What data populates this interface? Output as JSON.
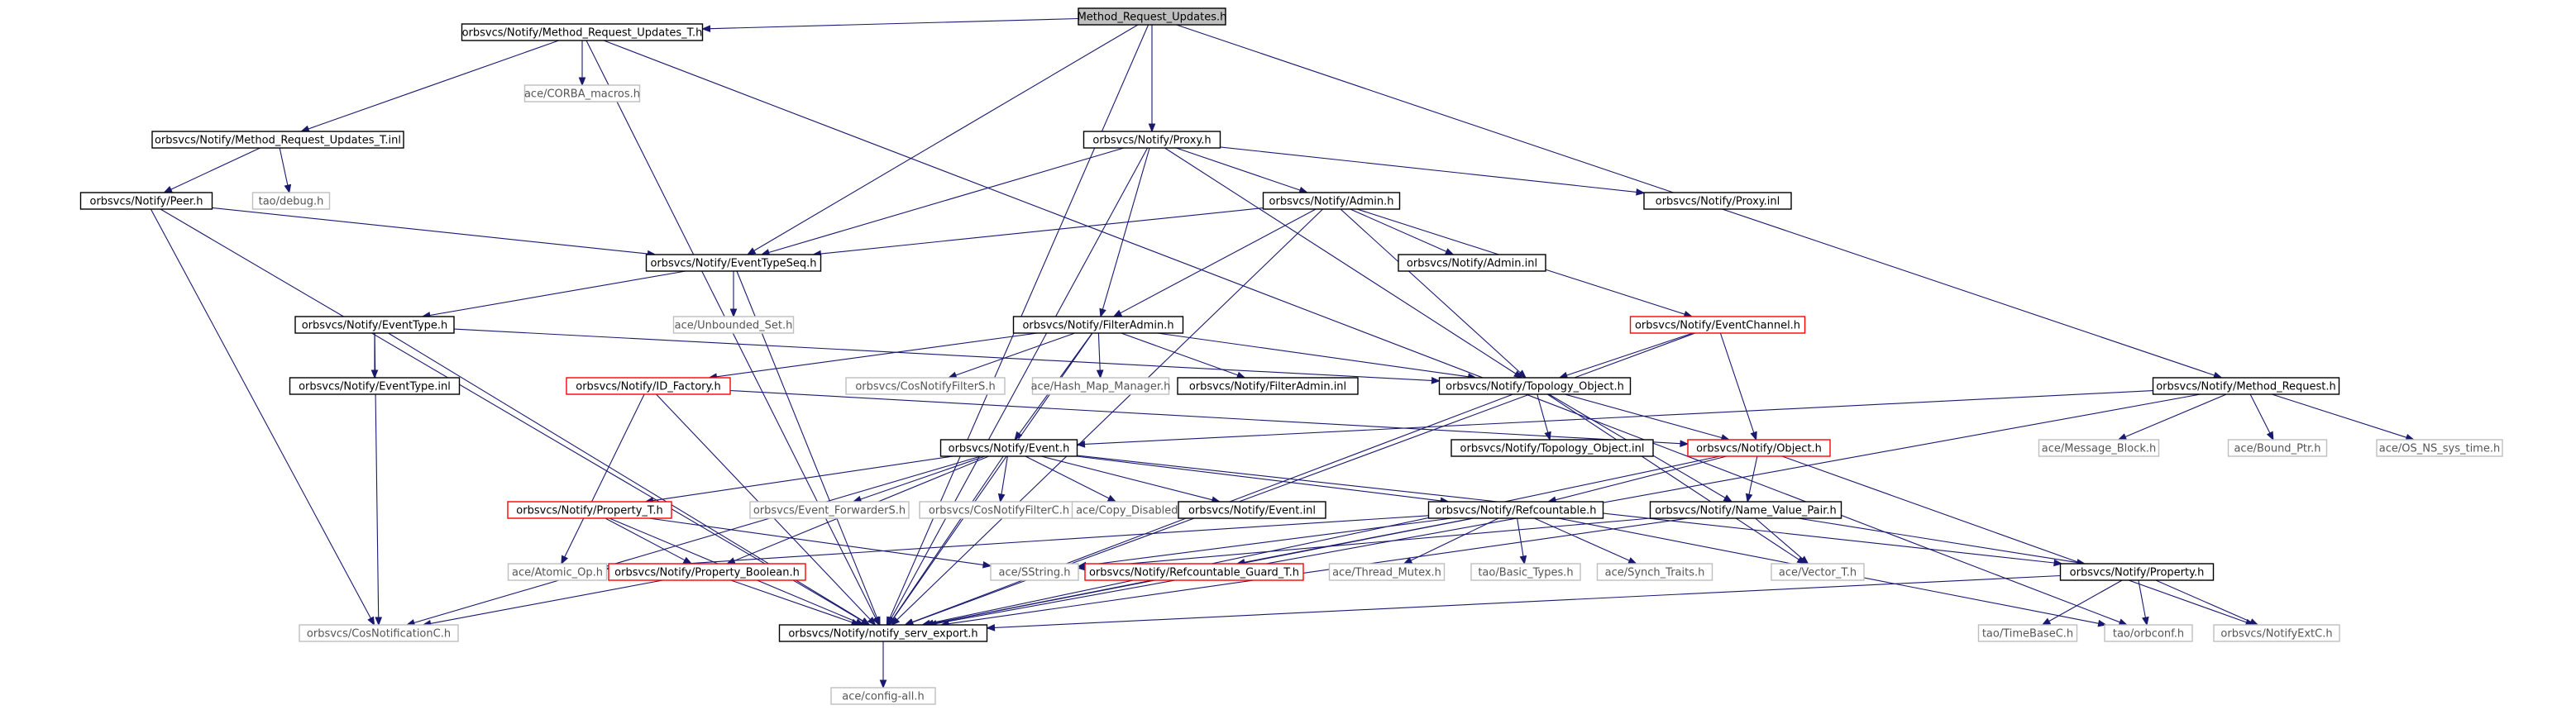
{
  "graph": {
    "colors": {
      "edge": "#191970",
      "root_fill": "#bfbfbf",
      "fill": "#ffffff",
      "normal_border": "#000000",
      "truncated_border": "#ff0000",
      "external_border": "#bfbfbf",
      "external_text": "#555555"
    },
    "nodes": [
      {
        "id": "root",
        "label": "Method_Request_Updates.h",
        "kind": "root"
      },
      {
        "id": "mrut_h",
        "label": "orbsvcs/Notify/Method_Request_Updates_T.h",
        "kind": "normal"
      },
      {
        "id": "corba",
        "label": "ace/CORBA_macros.h",
        "kind": "external"
      },
      {
        "id": "mrut_inl",
        "label": "orbsvcs/Notify/Method_Request_Updates_T.inl",
        "kind": "normal"
      },
      {
        "id": "debug",
        "label": "tao/debug.h",
        "kind": "external"
      },
      {
        "id": "peer",
        "label": "orbsvcs/Notify/Peer.h",
        "kind": "normal"
      },
      {
        "id": "proxy",
        "label": "orbsvcs/Notify/Proxy.h",
        "kind": "normal"
      },
      {
        "id": "admin",
        "label": "orbsvcs/Notify/Admin.h",
        "kind": "normal"
      },
      {
        "id": "proxy_inl",
        "label": "orbsvcs/Notify/Proxy.inl",
        "kind": "normal"
      },
      {
        "id": "admin_inl",
        "label": "orbsvcs/Notify/Admin.inl",
        "kind": "normal"
      },
      {
        "id": "ets",
        "label": "orbsvcs/Notify/EventTypeSeq.h",
        "kind": "normal"
      },
      {
        "id": "ubset",
        "label": "ace/Unbounded_Set.h",
        "kind": "external"
      },
      {
        "id": "etype",
        "label": "orbsvcs/Notify/EventType.h",
        "kind": "normal"
      },
      {
        "id": "etype_inl",
        "label": "orbsvcs/Notify/EventType.inl",
        "kind": "normal"
      },
      {
        "id": "fadmin",
        "label": "orbsvcs/Notify/FilterAdmin.h",
        "kind": "normal"
      },
      {
        "id": "echan",
        "label": "orbsvcs/Notify/EventChannel.h",
        "kind": "truncated"
      },
      {
        "id": "idf",
        "label": "orbsvcs/Notify/ID_Factory.h",
        "kind": "truncated"
      },
      {
        "id": "cnfs",
        "label": "orbsvcs/CosNotifyFilterS.h",
        "kind": "external"
      },
      {
        "id": "hmm",
        "label": "ace/Hash_Map_Manager.h",
        "kind": "external"
      },
      {
        "id": "fadmin_inl",
        "label": "orbsvcs/Notify/FilterAdmin.inl",
        "kind": "normal"
      },
      {
        "id": "topo",
        "label": "orbsvcs/Notify/Topology_Object.h",
        "kind": "normal"
      },
      {
        "id": "mreq",
        "label": "orbsvcs/Notify/Method_Request.h",
        "kind": "normal"
      },
      {
        "id": "topo_inl",
        "label": "orbsvcs/Notify/Topology_Object.inl",
        "kind": "normal"
      },
      {
        "id": "object",
        "label": "orbsvcs/Notify/Object.h",
        "kind": "truncated"
      },
      {
        "id": "msgblk",
        "label": "ace/Message_Block.h",
        "kind": "external"
      },
      {
        "id": "bptr",
        "label": "ace/Bound_Ptr.h",
        "kind": "external"
      },
      {
        "id": "osns",
        "label": "ace/OS_NS_sys_time.h",
        "kind": "external"
      },
      {
        "id": "event",
        "label": "orbsvcs/Notify/Event.h",
        "kind": "normal"
      },
      {
        "id": "propt",
        "label": "orbsvcs/Notify/Property_T.h",
        "kind": "truncated"
      },
      {
        "id": "efs",
        "label": "orbsvcs/Event_ForwarderS.h",
        "kind": "external"
      },
      {
        "id": "cnfc",
        "label": "orbsvcs/CosNotifyFilterC.h",
        "kind": "external"
      },
      {
        "id": "copy",
        "label": "ace/Copy_Disabled.h",
        "kind": "external"
      },
      {
        "id": "event_inl",
        "label": "orbsvcs/Notify/Event.inl",
        "kind": "normal"
      },
      {
        "id": "refc",
        "label": "orbsvcs/Notify/Refcountable.h",
        "kind": "normal"
      },
      {
        "id": "nvp",
        "label": "orbsvcs/Notify/Name_Value_Pair.h",
        "kind": "normal"
      },
      {
        "id": "atomic",
        "label": "ace/Atomic_Op.h",
        "kind": "external"
      },
      {
        "id": "pbool",
        "label": "orbsvcs/Notify/Property_Boolean.h",
        "kind": "truncated"
      },
      {
        "id": "sstr",
        "label": "ace/SString.h",
        "kind": "external"
      },
      {
        "id": "rgt",
        "label": "orbsvcs/Notify/Refcountable_Guard_T.h",
        "kind": "truncated"
      },
      {
        "id": "thmx",
        "label": "ace/Thread_Mutex.h",
        "kind": "external"
      },
      {
        "id": "btypes",
        "label": "tao/Basic_Types.h",
        "kind": "external"
      },
      {
        "id": "synch",
        "label": "ace/Synch_Traits.h",
        "kind": "external"
      },
      {
        "id": "vect",
        "label": "ace/Vector_T.h",
        "kind": "external"
      },
      {
        "id": "prop",
        "label": "orbsvcs/Notify/Property.h",
        "kind": "normal"
      },
      {
        "id": "cnc",
        "label": "orbsvcs/CosNotificationC.h",
        "kind": "external"
      },
      {
        "id": "export",
        "label": "orbsvcs/Notify/notify_serv_export.h",
        "kind": "normal"
      },
      {
        "id": "tbase",
        "label": "tao/TimeBaseC.h",
        "kind": "external"
      },
      {
        "id": "orbconf",
        "label": "tao/orbconf.h",
        "kind": "external"
      },
      {
        "id": "cnec",
        "label": "orbsvcs/NotifyExtC.h",
        "kind": "external"
      },
      {
        "id": "config",
        "label": "ace/config-all.h",
        "kind": "external"
      }
    ],
    "edges": [
      [
        "root",
        "mrut_h"
      ],
      [
        "root",
        "proxy"
      ],
      [
        "root",
        "mreq"
      ],
      [
        "root",
        "ets"
      ],
      [
        "root",
        "export"
      ],
      [
        "mrut_h",
        "mrut_inl"
      ],
      [
        "mrut_h",
        "corba"
      ],
      [
        "mrut_h",
        "export"
      ],
      [
        "mrut_h",
        "orbconf"
      ],
      [
        "mrut_inl",
        "peer"
      ],
      [
        "mrut_inl",
        "debug"
      ],
      [
        "peer",
        "ets"
      ],
      [
        "peer",
        "cnc"
      ],
      [
        "peer",
        "export"
      ],
      [
        "proxy",
        "admin"
      ],
      [
        "proxy",
        "proxy_inl"
      ],
      [
        "proxy",
        "ets"
      ],
      [
        "proxy",
        "fadmin"
      ],
      [
        "proxy",
        "topo"
      ],
      [
        "proxy",
        "export"
      ],
      [
        "admin",
        "admin_inl"
      ],
      [
        "admin",
        "ets"
      ],
      [
        "admin",
        "echan"
      ],
      [
        "admin",
        "fadmin"
      ],
      [
        "admin",
        "topo"
      ],
      [
        "admin",
        "export"
      ],
      [
        "ets",
        "etype"
      ],
      [
        "ets",
        "ubset"
      ],
      [
        "ets",
        "export"
      ],
      [
        "etype",
        "etype_inl"
      ],
      [
        "etype",
        "topo"
      ],
      [
        "etype",
        "cnc"
      ],
      [
        "etype",
        "export"
      ],
      [
        "fadmin",
        "idf"
      ],
      [
        "fadmin",
        "cnfs"
      ],
      [
        "fadmin",
        "hmm"
      ],
      [
        "fadmin",
        "fadmin_inl"
      ],
      [
        "fadmin",
        "topo"
      ],
      [
        "fadmin",
        "event"
      ],
      [
        "fadmin",
        "export"
      ],
      [
        "echan",
        "topo"
      ],
      [
        "echan",
        "object"
      ],
      [
        "echan",
        "export"
      ],
      [
        "idf",
        "object"
      ],
      [
        "idf",
        "atomic"
      ],
      [
        "idf",
        "export"
      ],
      [
        "topo",
        "topo_inl"
      ],
      [
        "topo",
        "object"
      ],
      [
        "topo",
        "nvp"
      ],
      [
        "topo",
        "vect"
      ],
      [
        "topo",
        "export"
      ],
      [
        "mreq",
        "event"
      ],
      [
        "mreq",
        "msgblk"
      ],
      [
        "mreq",
        "bptr"
      ],
      [
        "mreq",
        "osns"
      ],
      [
        "mreq",
        "export"
      ],
      [
        "object",
        "refc"
      ],
      [
        "object",
        "nvp"
      ],
      [
        "object",
        "cnec"
      ],
      [
        "object",
        "export"
      ],
      [
        "event",
        "propt"
      ],
      [
        "event",
        "efs"
      ],
      [
        "event",
        "cnfc"
      ],
      [
        "event",
        "copy"
      ],
      [
        "event",
        "event_inl"
      ],
      [
        "event",
        "refc"
      ],
      [
        "event",
        "prop"
      ],
      [
        "event",
        "pbool"
      ],
      [
        "event",
        "cnc"
      ],
      [
        "event",
        "export"
      ],
      [
        "propt",
        "pbool"
      ],
      [
        "propt",
        "sstr"
      ],
      [
        "propt",
        "export"
      ],
      [
        "refc",
        "atomic"
      ],
      [
        "refc",
        "rgt"
      ],
      [
        "refc",
        "thmx"
      ],
      [
        "refc",
        "btypes"
      ],
      [
        "refc",
        "synch"
      ],
      [
        "refc",
        "sstr"
      ],
      [
        "refc",
        "orbconf"
      ],
      [
        "refc",
        "export"
      ],
      [
        "nvp",
        "prop"
      ],
      [
        "nvp",
        "vect"
      ],
      [
        "nvp",
        "sstr"
      ],
      [
        "nvp",
        "export"
      ],
      [
        "pbool",
        "cnc"
      ],
      [
        "pbool",
        "export"
      ],
      [
        "rgt",
        "export"
      ],
      [
        "prop",
        "tbase"
      ],
      [
        "prop",
        "orbconf"
      ],
      [
        "prop",
        "cnec"
      ],
      [
        "prop",
        "export"
      ],
      [
        "export",
        "config"
      ]
    ]
  }
}
